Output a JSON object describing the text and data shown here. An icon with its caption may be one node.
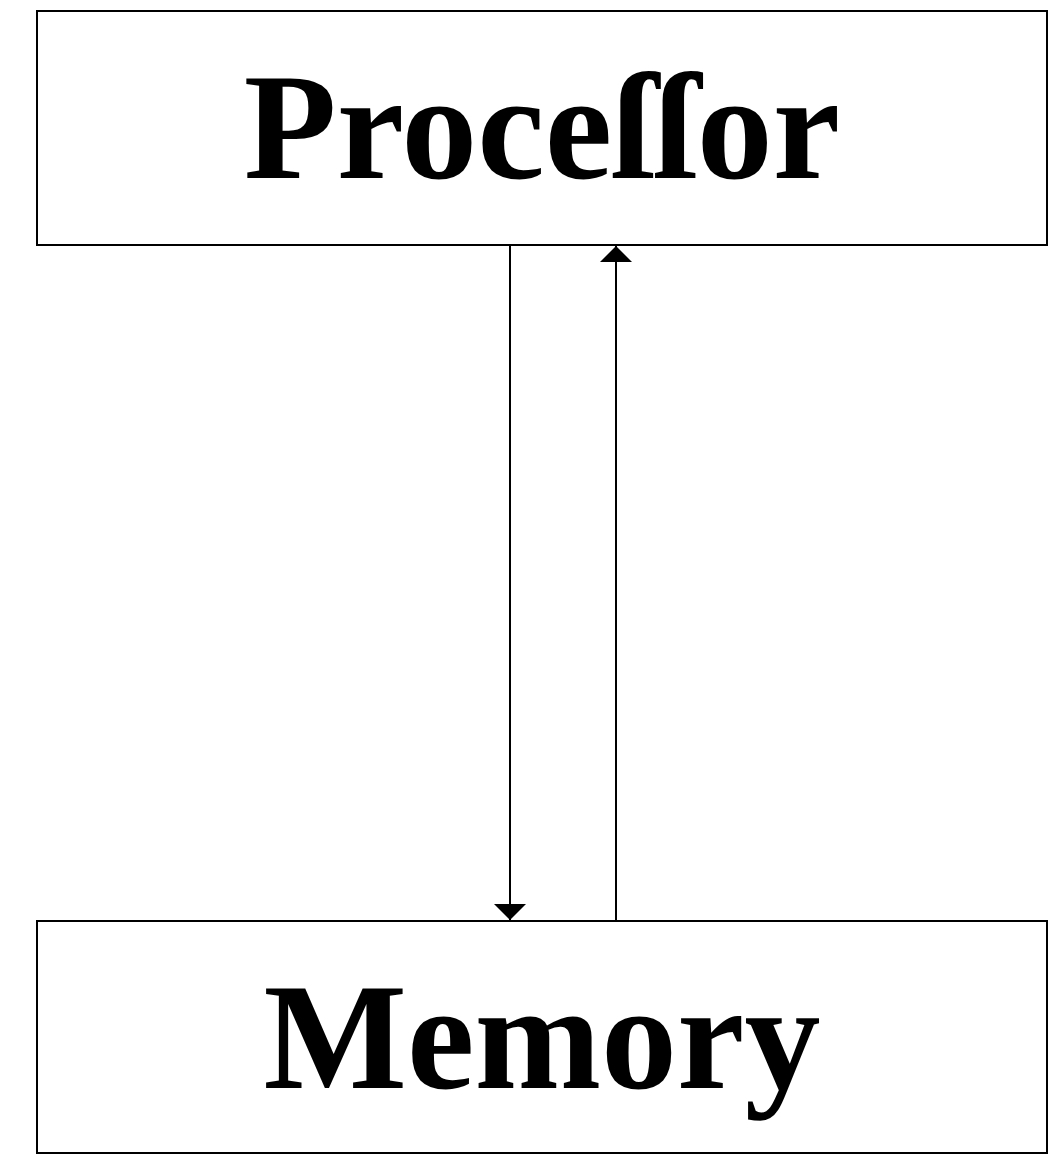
{
  "diagram": {
    "nodes": [
      {
        "text": [
          "Proceſſor"
        ]
      },
      {
        "text": [
          "Memory"
        ]
      }
    ],
    "edges": [
      {
        "from": 0,
        "to": 1,
        "arrow": "to"
      },
      {
        "from": 1,
        "to": 0,
        "arrow": "to"
      }
    ]
  }
}
